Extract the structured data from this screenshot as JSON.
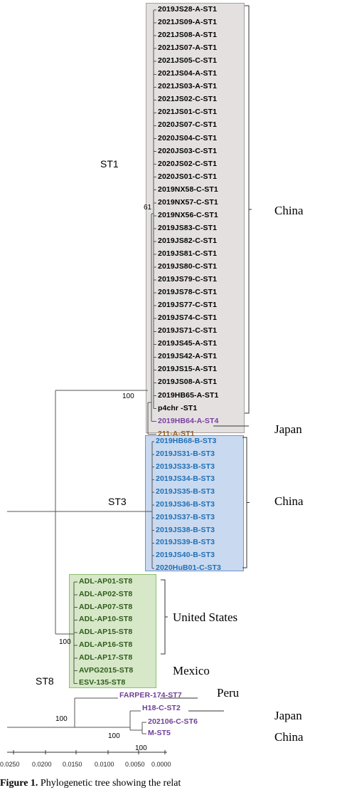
{
  "colors": {
    "st1": "#000000",
    "st4": "#7a3fa0",
    "japan_st1": "#9a5a14",
    "st3": "#1e6fb4",
    "st8": "#2f5a1a",
    "outgroup": "#6f3e96"
  },
  "leaves": [
    {
      "label": "2019JS28-A-ST1",
      "color": "#000000"
    },
    {
      "label": "2021JS09-A-ST1",
      "color": "#000000"
    },
    {
      "label": "2021JS08-A-ST1",
      "color": "#000000"
    },
    {
      "label": "2021JS07-A-ST1",
      "color": "#000000"
    },
    {
      "label": "2021JS05-C-ST1",
      "color": "#000000"
    },
    {
      "label": "2021JS04-A-ST1",
      "color": "#000000"
    },
    {
      "label": "2021JS03-A-ST1",
      "color": "#000000"
    },
    {
      "label": "2021JS02-C-ST1",
      "color": "#000000"
    },
    {
      "label": "2021JS01-C-ST1",
      "color": "#000000"
    },
    {
      "label": "2020JS07-C-ST1",
      "color": "#000000"
    },
    {
      "label": "2020JS04-C-ST1",
      "color": "#000000"
    },
    {
      "label": "2020JS03-C-ST1",
      "color": "#000000"
    },
    {
      "label": "2020JS02-C-ST1",
      "color": "#000000"
    },
    {
      "label": "2020JS01-C-ST1",
      "color": "#000000"
    },
    {
      "label": "2019NX58-C-ST1",
      "color": "#000000"
    },
    {
      "label": "2019NX57-C-ST1",
      "color": "#000000"
    },
    {
      "label": "2019NX56-C-ST1",
      "color": "#000000"
    },
    {
      "label": "2019JS83-C-ST1",
      "color": "#000000"
    },
    {
      "label": "2019JS82-C-ST1",
      "color": "#000000"
    },
    {
      "label": "2019JS81-C-ST1",
      "color": "#000000"
    },
    {
      "label": "2019JS80-C-ST1",
      "color": "#000000"
    },
    {
      "label": "2019JS79-C-ST1",
      "color": "#000000"
    },
    {
      "label": "2019JS78-C-ST1",
      "color": "#000000"
    },
    {
      "label": "2019JS77-C-ST1",
      "color": "#000000"
    },
    {
      "label": "2019JS74-C-ST1",
      "color": "#000000"
    },
    {
      "label": "2019JS71-C-ST1",
      "color": "#000000"
    },
    {
      "label": "2019JS45-A-ST1",
      "color": "#000000"
    },
    {
      "label": "2019JS42-A-ST1",
      "color": "#000000"
    },
    {
      "label": "2019JS15-A-ST1",
      "color": "#000000"
    },
    {
      "label": "2019JS08-A-ST1",
      "color": "#000000"
    },
    {
      "label": "2019HB65-A-ST1",
      "color": "#000000"
    },
    {
      "label": "p4chr -ST1",
      "color": "#000000"
    },
    {
      "label": "2019HB64-A-ST4",
      "color": "#7a3fa0"
    },
    {
      "label": "211-A-ST1",
      "color": "#9a5a14"
    },
    {
      "label": "2019HB68-B-ST3",
      "color": "#1e6fb4"
    },
    {
      "label": "2019JS31-B-ST3",
      "color": "#1e6fb4"
    },
    {
      "label": "2019JS33-B-ST3",
      "color": "#1e6fb4"
    },
    {
      "label": "2019JS34-B-ST3",
      "color": "#1e6fb4"
    },
    {
      "label": "2019JS35-B-ST3",
      "color": "#1e6fb4"
    },
    {
      "label": "2019JS36-B-ST3",
      "color": "#1e6fb4"
    },
    {
      "label": "2019JS37-B-ST3",
      "color": "#1e6fb4"
    },
    {
      "label": "2019JS38-B-ST3",
      "color": "#1e6fb4"
    },
    {
      "label": "2019JS39-B-ST3",
      "color": "#1e6fb4"
    },
    {
      "label": "2019JS40-B-ST3",
      "color": "#1e6fb4"
    },
    {
      "label": "2020HuB01-C-ST3",
      "color": "#1e6fb4"
    },
    {
      "label": "ADL-AP01-ST8",
      "color": "#2f5a1a"
    },
    {
      "label": "ADL-AP02-ST8",
      "color": "#2f5a1a"
    },
    {
      "label": "ADL-AP07-ST8",
      "color": "#2f5a1a"
    },
    {
      "label": "ADL-AP10-ST8",
      "color": "#2f5a1a"
    },
    {
      "label": "ADL-AP15-ST8",
      "color": "#2f5a1a"
    },
    {
      "label": "ADL-AP16-ST8",
      "color": "#2f5a1a"
    },
    {
      "label": "ADL-AP17-ST8",
      "color": "#2f5a1a"
    },
    {
      "label": "AVPG2015-ST8",
      "color": "#2f5a1a"
    },
    {
      "label": "ESV-135-ST8",
      "color": "#2f5a1a"
    },
    {
      "label": "FARPER-174-ST7",
      "color": "#6f3e96"
    },
    {
      "label": "H18-C-ST2",
      "color": "#6f3e96"
    },
    {
      "label": "202106-C-ST6",
      "color": "#6f3e96"
    },
    {
      "label": "M-ST5",
      "color": "#6f3e96"
    }
  ],
  "clades": {
    "st1": "ST1",
    "st3": "ST3",
    "st8": "ST8"
  },
  "groups": {
    "china_st1": "China",
    "japan_211": "Japan",
    "china_st3": "China",
    "united_states": "United States",
    "mexico": "Mexico",
    "peru": "Peru",
    "japan_h18": "Japan",
    "china_st6": "China"
  },
  "bootstrap": {
    "st1_inner": "61",
    "st1_node": "100",
    "st8_node": "100",
    "outgroup_node": "100",
    "st6_node": "100",
    "st6b_node": "100"
  },
  "scale_ticks": [
    "0.0250",
    "0.0200",
    "0.0150",
    "0.0100",
    "0.0050",
    "0.0000"
  ],
  "caption": {
    "prefix": "Figure 1.",
    "text": " Phylogenetic tree showing the relat"
  }
}
